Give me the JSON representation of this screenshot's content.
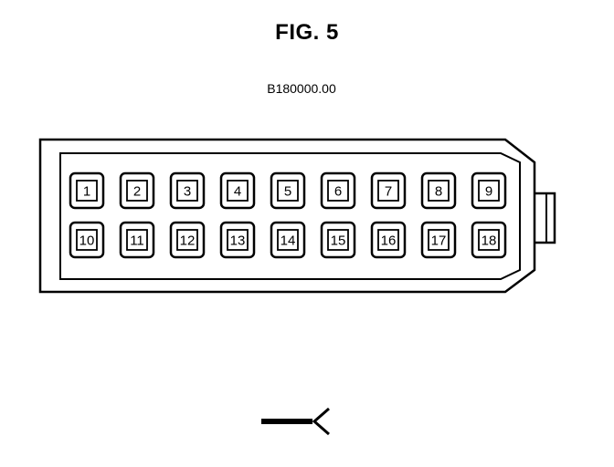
{
  "figure": {
    "title": "FIG. 5",
    "part_number": "B180000.00"
  },
  "connector": {
    "row_top": [
      "1",
      "2",
      "3",
      "4",
      "5",
      "6",
      "7",
      "8",
      "9"
    ],
    "row_bottom": [
      "10",
      "11",
      "12",
      "13",
      "14",
      "15",
      "16",
      "17",
      "18"
    ]
  },
  "symbol": {
    "icon": "wire-harness-symbol-icon"
  },
  "colors": {
    "ink": "#000000",
    "background": "#ffffff"
  }
}
